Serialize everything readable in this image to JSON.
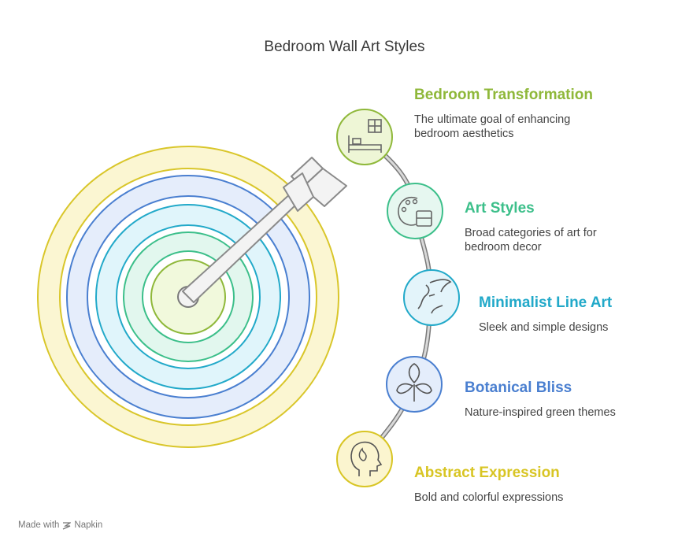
{
  "title": "Bedroom Wall Art Styles",
  "footer": {
    "made_with": "Made with",
    "brand": "Napkin"
  },
  "items": [
    {
      "heading": "Bedroom Transformation",
      "description": "The ultimate goal of enhancing bedroom aesthetics",
      "color": "#8fb83a",
      "icon": "bed-window-icon"
    },
    {
      "heading": "Art Styles",
      "description": "Broad categories of art for bedroom decor",
      "color": "#3cbf8a",
      "icon": "palette-icon"
    },
    {
      "heading": "Minimalist Line Art",
      "description": "Sleek and simple designs",
      "color": "#22a9c9",
      "icon": "line-face-icon"
    },
    {
      "heading": "Botanical Bliss",
      "description": "Nature-inspired green themes",
      "color": "#4a7fd0",
      "icon": "leaves-icon"
    },
    {
      "heading": "Abstract Expression",
      "description": "Bold and colorful expressions",
      "color": "#d8c524",
      "icon": "head-flame-icon"
    }
  ]
}
